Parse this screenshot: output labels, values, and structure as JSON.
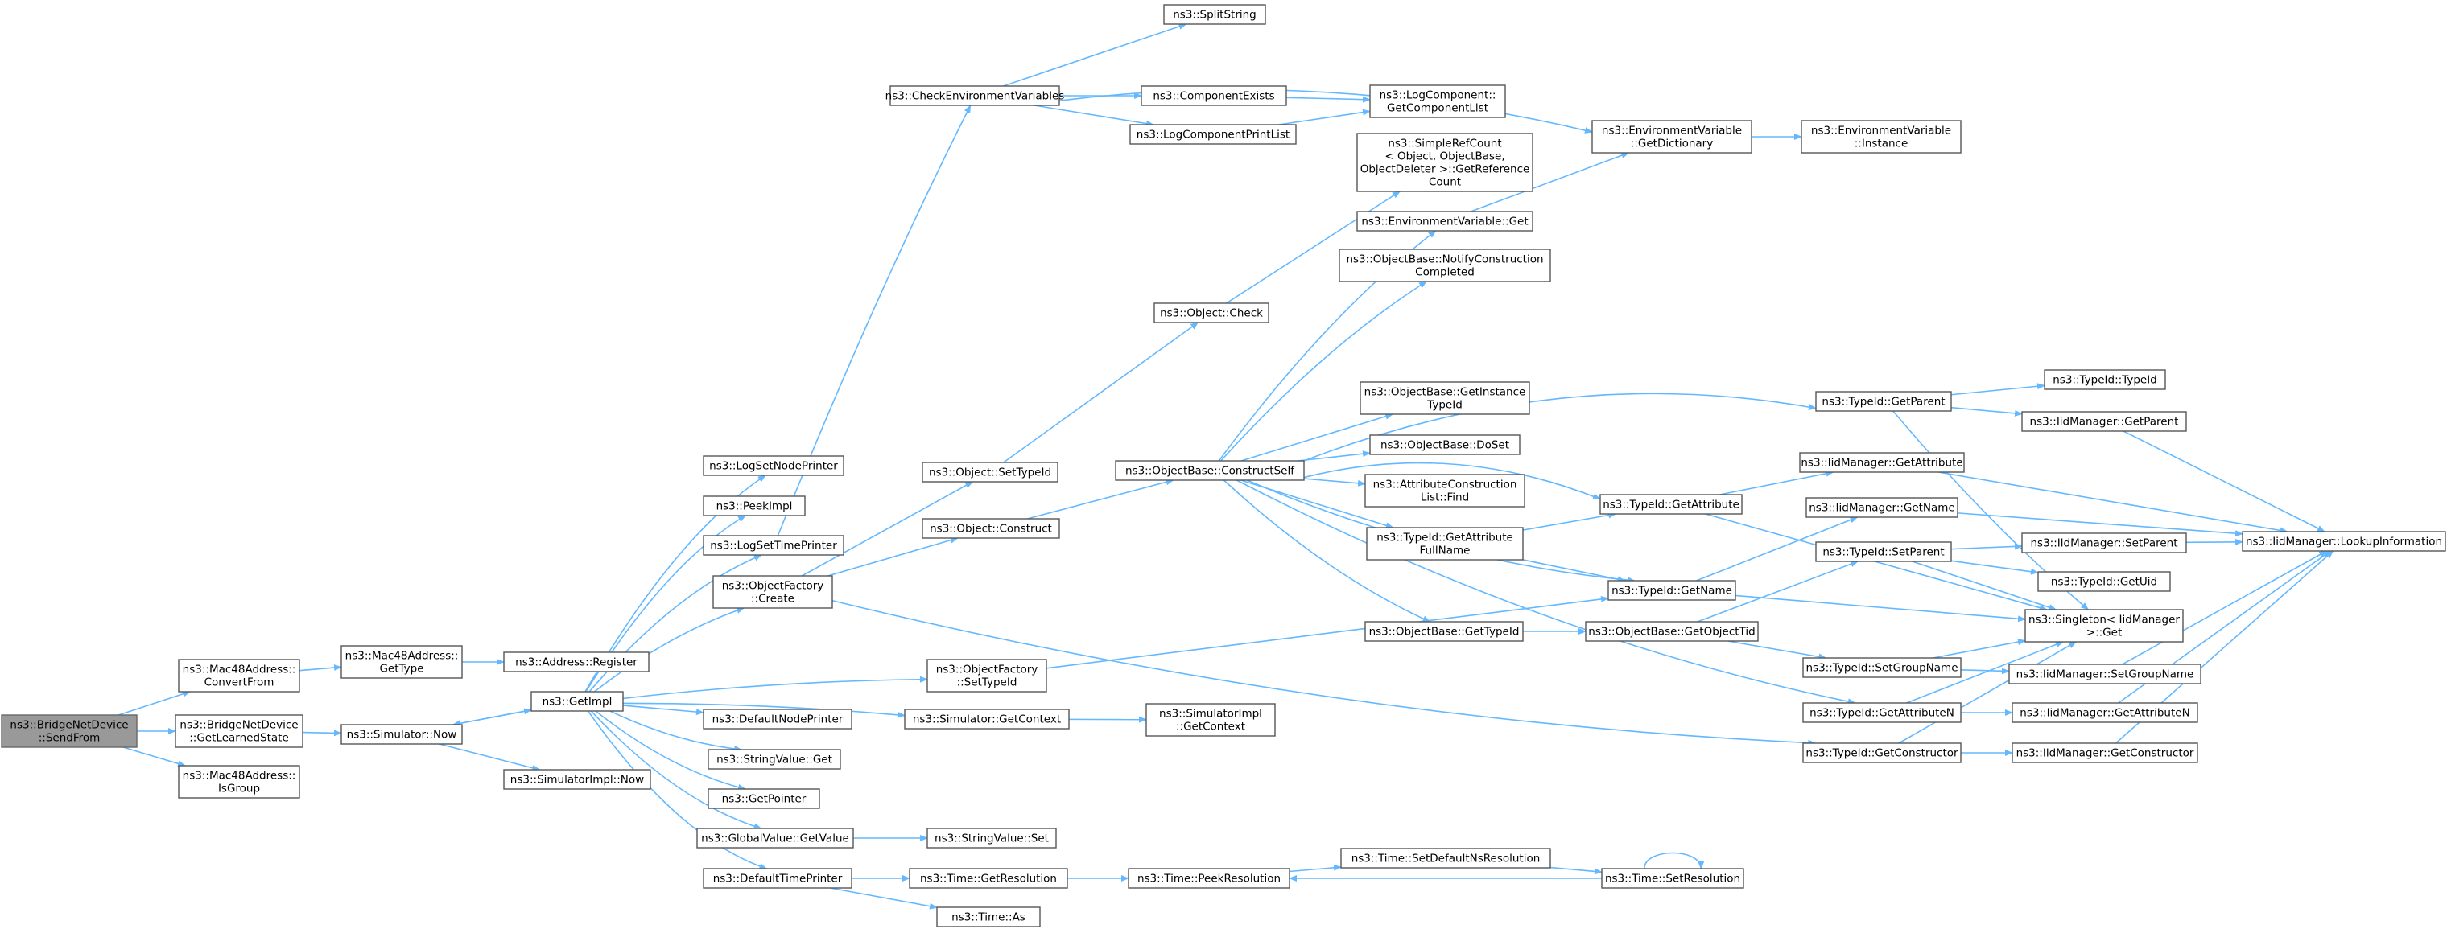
{
  "colors": {
    "edge": "#63b8ff",
    "node_border": "#555555",
    "root_fill": "#999999",
    "background": "#ffffff"
  },
  "nodes": [
    {
      "id": "SendFrom",
      "lines": [
        "ns3::BridgeNetDevice",
        "::SendFrom"
      ],
      "root": true
    },
    {
      "id": "ConvertFrom",
      "lines": [
        "ns3::Mac48Address::",
        "ConvertFrom"
      ]
    },
    {
      "id": "GetLearnedState",
      "lines": [
        "ns3::BridgeNetDevice",
        "::GetLearnedState"
      ]
    },
    {
      "id": "IsGroup",
      "lines": [
        "ns3::Mac48Address::",
        "IsGroup"
      ]
    },
    {
      "id": "Mac48GetType",
      "lines": [
        "ns3::Mac48Address::",
        "GetType"
      ]
    },
    {
      "id": "AddrRegister",
      "lines": [
        "ns3::Address::Register"
      ]
    },
    {
      "id": "SimNow",
      "lines": [
        "ns3::Simulator::Now"
      ]
    },
    {
      "id": "SimImplNow",
      "lines": [
        "ns3::SimulatorImpl::Now"
      ]
    },
    {
      "id": "GetImpl",
      "lines": [
        "ns3::GetImpl"
      ]
    },
    {
      "id": "LogSetNodePrinter",
      "lines": [
        "ns3::LogSetNodePrinter"
      ]
    },
    {
      "id": "PeekImpl",
      "lines": [
        "ns3::PeekImpl"
      ]
    },
    {
      "id": "LogSetTimePrinter",
      "lines": [
        "ns3::LogSetTimePrinter"
      ]
    },
    {
      "id": "OFCreate",
      "lines": [
        "ns3::ObjectFactory",
        "::Create"
      ]
    },
    {
      "id": "DefaultNodePrinter",
      "lines": [
        "ns3::DefaultNodePrinter"
      ]
    },
    {
      "id": "StringValueGet",
      "lines": [
        "ns3::StringValue::Get"
      ]
    },
    {
      "id": "GetPointer",
      "lines": [
        "ns3::GetPointer"
      ]
    },
    {
      "id": "GVGetValue",
      "lines": [
        "ns3::GlobalValue::GetValue"
      ]
    },
    {
      "id": "DefaultTimePrinter",
      "lines": [
        "ns3::DefaultTimePrinter"
      ]
    },
    {
      "id": "CheckEnvVars",
      "lines": [
        "ns3::CheckEnvironmentVariables"
      ]
    },
    {
      "id": "SplitString",
      "lines": [
        "ns3::SplitString"
      ]
    },
    {
      "id": "ComponentExists",
      "lines": [
        "ns3::ComponentExists"
      ]
    },
    {
      "id": "LogComponentPrintList",
      "lines": [
        "ns3::LogComponentPrintList"
      ]
    },
    {
      "id": "GetComponentList",
      "lines": [
        "ns3::LogComponent::",
        "GetComponentList"
      ]
    },
    {
      "id": "ObjSetTypeId",
      "lines": [
        "ns3::Object::SetTypeId"
      ]
    },
    {
      "id": "ObjConstruct",
      "lines": [
        "ns3::Object::Construct"
      ]
    },
    {
      "id": "OFSetTypeId",
      "lines": [
        "ns3::ObjectFactory",
        "::SetTypeId"
      ]
    },
    {
      "id": "SimGetContext",
      "lines": [
        "ns3::Simulator::GetContext"
      ]
    },
    {
      "id": "SimImplGetContext",
      "lines": [
        "ns3::SimulatorImpl",
        "::GetContext"
      ]
    },
    {
      "id": "StringValueSet",
      "lines": [
        "ns3::StringValue::Set"
      ]
    },
    {
      "id": "TimeGetResolution",
      "lines": [
        "ns3::Time::GetResolution"
      ]
    },
    {
      "id": "TimeAs",
      "lines": [
        "ns3::Time::As"
      ]
    },
    {
      "id": "ObjCheck",
      "lines": [
        "ns3::Object::Check"
      ]
    },
    {
      "id": "ConstructSelf",
      "lines": [
        "ns3::ObjectBase::ConstructSelf"
      ]
    },
    {
      "id": "PeekResolution",
      "lines": [
        "ns3::Time::PeekResolution"
      ]
    },
    {
      "id": "SimpleRefCount",
      "lines": [
        "ns3::SimpleRefCount",
        "< Object, ObjectBase,",
        "ObjectDeleter >::GetReference",
        "Count"
      ]
    },
    {
      "id": "EnvVarGet",
      "lines": [
        "ns3::EnvironmentVariable::Get"
      ]
    },
    {
      "id": "NotifyConstruction",
      "lines": [
        "ns3::ObjectBase::NotifyConstruction",
        "Completed"
      ]
    },
    {
      "id": "GetInstanceTypeId",
      "lines": [
        "ns3::ObjectBase::GetInstance",
        "TypeId"
      ]
    },
    {
      "id": "DoSet",
      "lines": [
        "ns3::ObjectBase::DoSet"
      ]
    },
    {
      "id": "ACLFind",
      "lines": [
        "ns3::AttributeConstruction",
        "List::Find"
      ]
    },
    {
      "id": "GetAttributeFullName",
      "lines": [
        "ns3::TypeId::GetAttribute",
        "FullName"
      ]
    },
    {
      "id": "OBGetTypeId",
      "lines": [
        "ns3::ObjectBase::GetTypeId"
      ]
    },
    {
      "id": "SetDefaultNsRes",
      "lines": [
        "ns3::Time::SetDefaultNsResolution"
      ]
    },
    {
      "id": "EnvVarGetDictionary",
      "lines": [
        "ns3::EnvironmentVariable",
        "::GetDictionary"
      ]
    },
    {
      "id": "TIGetAttribute",
      "lines": [
        "ns3::TypeId::GetAttribute"
      ]
    },
    {
      "id": "TIGetName",
      "lines": [
        "ns3::TypeId::GetName"
      ]
    },
    {
      "id": "GetObjectTid",
      "lines": [
        "ns3::ObjectBase::GetObjectTid"
      ]
    },
    {
      "id": "TimeSetResolution",
      "lines": [
        "ns3::Time::SetResolution"
      ]
    },
    {
      "id": "EnvVarInstance",
      "lines": [
        "ns3::EnvironmentVariable",
        "::Instance"
      ]
    },
    {
      "id": "TIGetParent",
      "lines": [
        "ns3::TypeId::GetParent"
      ]
    },
    {
      "id": "TISetParent",
      "lines": [
        "ns3::TypeId::SetParent"
      ]
    },
    {
      "id": "TISetGroupName",
      "lines": [
        "ns3::TypeId::SetGroupName"
      ]
    },
    {
      "id": "TIGetAttributeN",
      "lines": [
        "ns3::TypeId::GetAttributeN"
      ]
    },
    {
      "id": "TIGetConstructor",
      "lines": [
        "ns3::TypeId::GetConstructor"
      ]
    },
    {
      "id": "IMGetAttribute",
      "lines": [
        "ns3::IidManager::GetAttribute"
      ]
    },
    {
      "id": "IMGetName",
      "lines": [
        "ns3::IidManager::GetName"
      ]
    },
    {
      "id": "TITypeId",
      "lines": [
        "ns3::TypeId::TypeId"
      ]
    },
    {
      "id": "IMGetParent",
      "lines": [
        "ns3::IidManager::GetParent"
      ]
    },
    {
      "id": "IMSetParent",
      "lines": [
        "ns3::IidManager::SetParent"
      ]
    },
    {
      "id": "TIGetUid",
      "lines": [
        "ns3::TypeId::GetUid"
      ]
    },
    {
      "id": "SingletonGet",
      "lines": [
        "ns3::Singleton< IidManager",
        ">::Get"
      ]
    },
    {
      "id": "IMSetGroupName",
      "lines": [
        "ns3::IidManager::SetGroupName"
      ]
    },
    {
      "id": "IMGetAttributeN",
      "lines": [
        "ns3::IidManager::GetAttributeN"
      ]
    },
    {
      "id": "IMGetConstructor",
      "lines": [
        "ns3::IidManager::GetConstructor"
      ]
    },
    {
      "id": "IMLookupInformation",
      "lines": [
        "ns3::IidManager::LookupInformation"
      ]
    }
  ]
}
